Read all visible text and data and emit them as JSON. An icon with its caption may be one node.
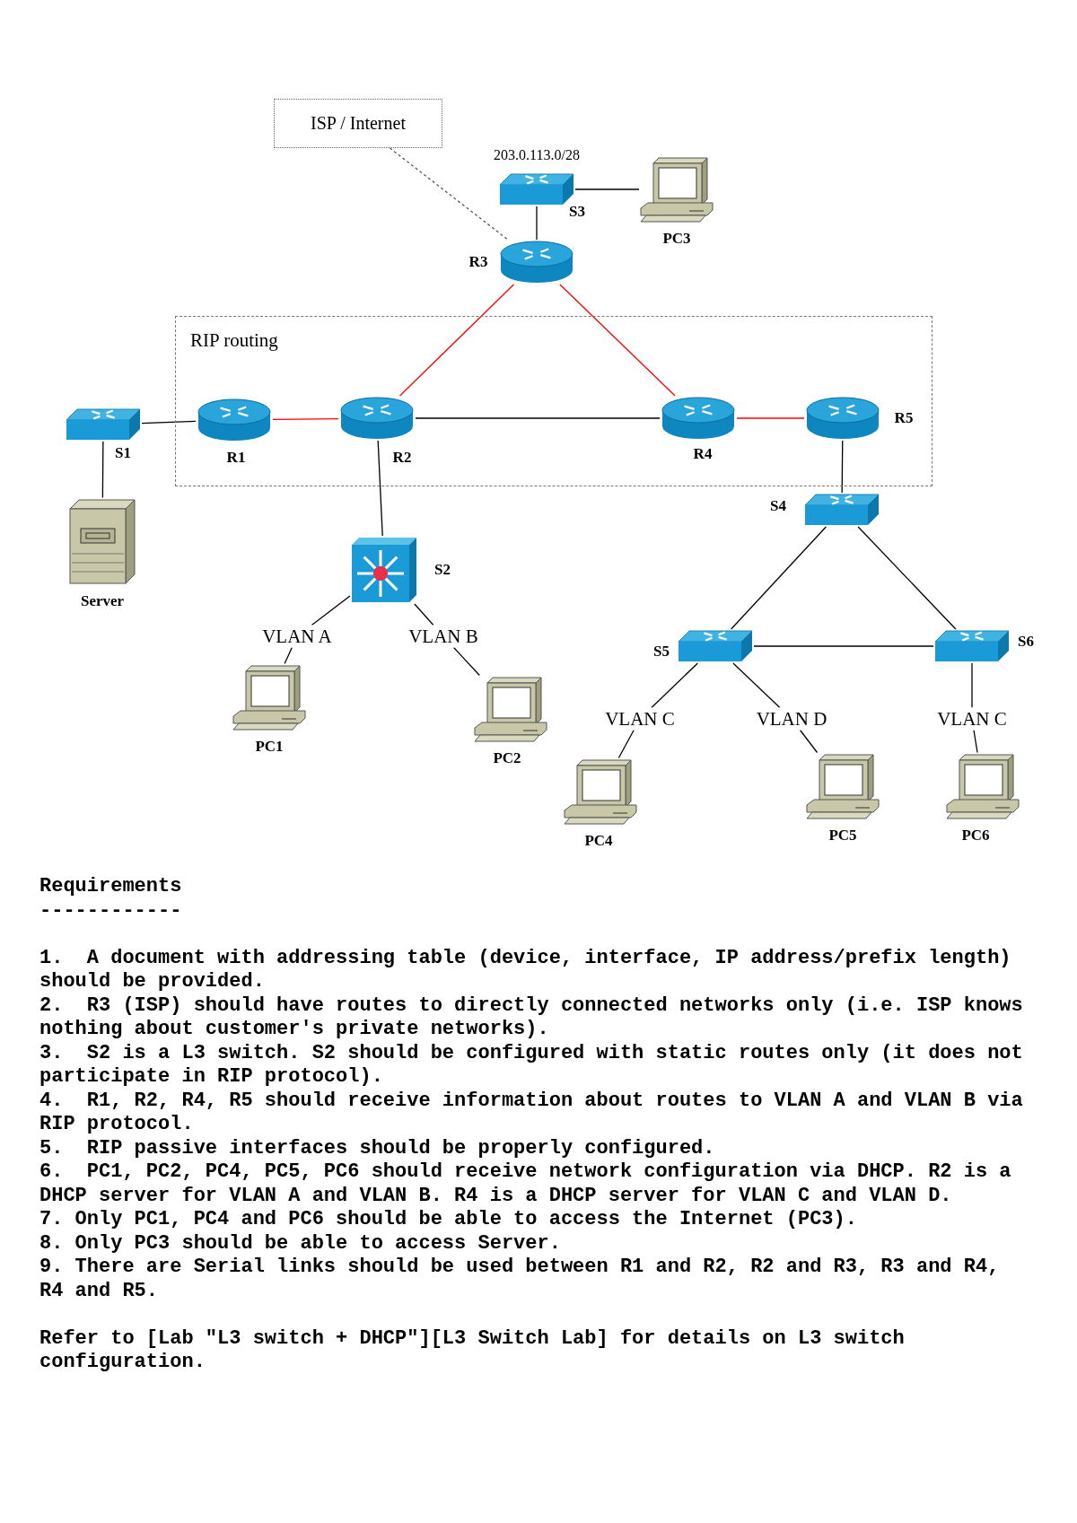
{
  "diagram": {
    "nodes": [
      {
        "text": [
          "ISP / Internet"
        ]
      },
      {
        "text": [
          "RIP routing"
        ]
      },
      {
        "text": [
          "S3"
        ],
        "beside": [
          "203.0.113.0/28"
        ]
      },
      {
        "text": [
          "PC3"
        ]
      },
      {
        "text": [
          "R3"
        ]
      },
      {
        "text": [
          "R1"
        ],
        "in": 1
      },
      {
        "text": [
          "R2"
        ],
        "in": 1
      },
      {
        "text": [
          "R4"
        ],
        "in": 1
      },
      {
        "text": [
          "R5"
        ],
        "in": 1
      },
      {
        "text": [
          "S1"
        ]
      },
      {
        "text": [
          "Server"
        ]
      },
      {
        "text": [
          "S2"
        ]
      },
      {
        "text": [
          "VLAN A"
        ]
      },
      {
        "text": [
          "VLAN B"
        ]
      },
      {
        "text": [
          "PC1"
        ]
      },
      {
        "text": [
          "PC2"
        ]
      },
      {
        "text": [
          "S4"
        ]
      },
      {
        "text": [
          "S5"
        ]
      },
      {
        "text": [
          "S6"
        ]
      },
      {
        "text": [
          "VLAN C"
        ]
      },
      {
        "text": [
          "VLAN D"
        ]
      },
      {
        "text": [
          "VLAN C"
        ]
      },
      {
        "text": [
          "PC4"
        ]
      },
      {
        "text": [
          "PC5"
        ]
      },
      {
        "text": [
          "PC6"
        ]
      }
    ],
    "edges": [
      {
        "from": 0,
        "to": 4,
        "arrow": "none",
        "style": "dashed",
        "color": "#555555"
      },
      {
        "from": 2,
        "to": 3,
        "arrow": "none"
      },
      {
        "from": 2,
        "to": 4,
        "arrow": "none"
      },
      {
        "from": 4,
        "to": 6,
        "arrow": "none",
        "color": "#ff0000"
      },
      {
        "from": 4,
        "to": 7,
        "arrow": "none",
        "color": "#ff0000"
      },
      {
        "from": 9,
        "to": 5,
        "arrow": "none"
      },
      {
        "from": 5,
        "to": 6,
        "arrow": "none",
        "color": "#ff0000"
      },
      {
        "from": 6,
        "to": 7,
        "arrow": "none"
      },
      {
        "from": 7,
        "to": 8,
        "arrow": "none",
        "color": "#ff0000"
      },
      {
        "from": 9,
        "to": 10,
        "arrow": "none"
      },
      {
        "from": 6,
        "to": 11,
        "arrow": "none"
      },
      {
        "from": 8,
        "to": 16,
        "arrow": "none"
      },
      {
        "from": 11,
        "to": 12,
        "arrow": "none"
      },
      {
        "from": 12,
        "to": 14,
        "arrow": "none"
      },
      {
        "from": 11,
        "to": 13,
        "arrow": "none"
      },
      {
        "from": 13,
        "to": 15,
        "arrow": "none"
      },
      {
        "from": 16,
        "to": 17,
        "arrow": "none"
      },
      {
        "from": 16,
        "to": 18,
        "arrow": "none"
      },
      {
        "from": 17,
        "to": 18,
        "arrow": "none"
      },
      {
        "from": 17,
        "to": 19,
        "arrow": "none"
      },
      {
        "from": 19,
        "to": 22,
        "arrow": "none"
      },
      {
        "from": 17,
        "to": 20,
        "arrow": "none"
      },
      {
        "from": 20,
        "to": 23,
        "arrow": "none"
      },
      {
        "from": 18,
        "to": 21,
        "arrow": "none"
      },
      {
        "from": 21,
        "to": 24,
        "arrow": "none"
      }
    ],
    "labels": [
      "Requirements",
      "------------",
      "1.  A document with addressing table (device, interface, IP address/prefix length) should be provided.",
      "2.  R3 (ISP) should have routes to directly connected networks only (i.e. ISP knows nothing about customer's private networks).",
      "3.  S2 is a L3 switch. S2 should be configured with static routes only (it does not participate in RIP protocol).",
      "4.  R1, R2, R4, R5 should receive information about routes to VLAN A and VLAN B via RIP protocol.",
      "5.  RIP passive interfaces should be properly configured.",
      "6.  PC1, PC2, PC4, PC5, PC6 should receive network configuration via DHCP. R2 is a DHCP server for VLAN A and VLAN B. R4 is a DHCP server for VLAN C and VLAN D.",
      "7. Only PC1, PC4 and PC6 should be able to access the Internet (PC3).",
      "8. Only PC3 should be able to access Server.",
      "9. There are Serial links should be used between R1 and R2, R2 and R3, R3 and R4, R4 and R5.",
      "Refer to [Lab \"L3 switch + DHCP\"][L3 Switch Lab] for details on L3 switch configuration."
    ]
  }
}
